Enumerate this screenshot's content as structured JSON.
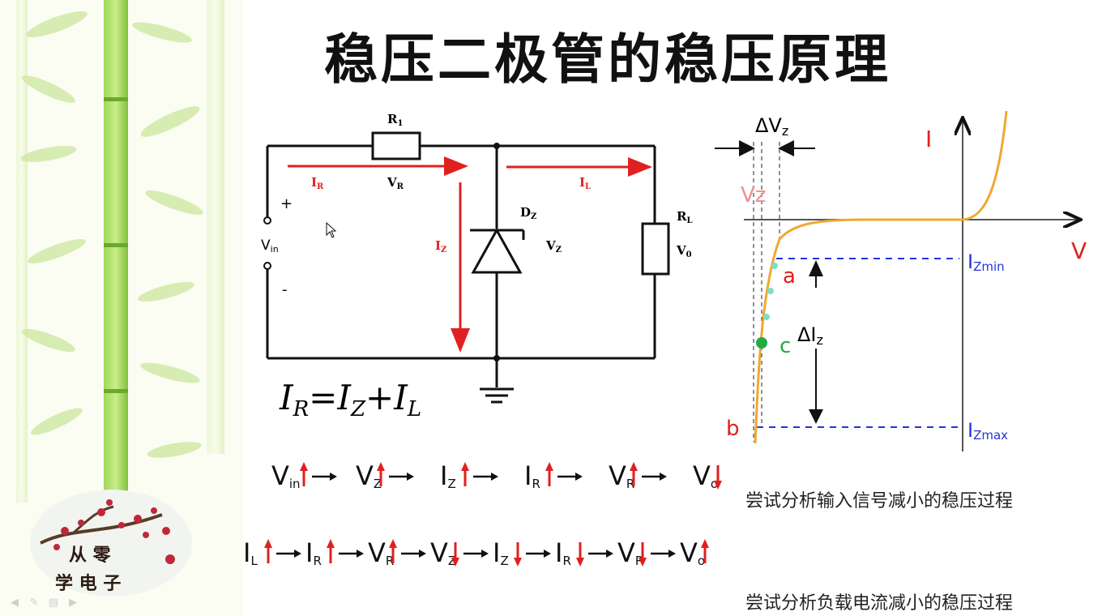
{
  "slide": {
    "title": "稳压二极管的稳压原理",
    "circuit": {
      "r1": "R",
      "r1_sub": "1",
      "dz": "D",
      "dz_sub": "Z",
      "rl": "R",
      "rl_sub": "L",
      "vin": "V",
      "vin_sub": "in",
      "plus": "+",
      "minus": "-",
      "ir": "I",
      "ir_sub": "R",
      "vr": "V",
      "vr_sub": "R",
      "iz": "I",
      "iz_sub": "Z",
      "vz": "V",
      "vz_sub": "Z",
      "il": "I",
      "il_sub": "L",
      "vo": "V",
      "vo_sub": "0",
      "equation": {
        "i": "I",
        "r": "R",
        "eq": "=",
        "z": "Z",
        "plus": "+",
        "l": "L"
      }
    },
    "curve": {
      "delta_vz": "ΔV",
      "delta_vz_sub": "z",
      "axis_i": "I",
      "axis_v": "V",
      "vz_label": "Vz",
      "izmin": "I",
      "izmin_sub": "Zmin",
      "izmax": "I",
      "izmax_sub": "Zmax",
      "delta_iz": "ΔI",
      "delta_iz_sub": "z",
      "pt_a": "a",
      "pt_b": "b",
      "pt_c": "c"
    },
    "sequence1": [
      {
        "v": "V",
        "s": "in",
        "dir": "up"
      },
      {
        "v": "V",
        "s": "Z",
        "dir": "up"
      },
      {
        "v": "I",
        "s": "Z",
        "dir": "up"
      },
      {
        "v": "I",
        "s": "R",
        "dir": "up"
      },
      {
        "v": "V",
        "s": "R",
        "dir": "up"
      },
      {
        "v": "V",
        "s": "o",
        "dir": "down"
      }
    ],
    "sequence2": [
      {
        "v": "I",
        "s": "L",
        "dir": "up"
      },
      {
        "v": "I",
        "s": "R",
        "dir": "up"
      },
      {
        "v": "V",
        "s": "R",
        "dir": "up"
      },
      {
        "v": "V",
        "s": "Z",
        "dir": "down"
      },
      {
        "v": "I",
        "s": "Z",
        "dir": "down"
      },
      {
        "v": "I",
        "s": "R",
        "dir": "down"
      },
      {
        "v": "V",
        "s": "R",
        "dir": "down"
      },
      {
        "v": "V",
        "s": "o",
        "dir": "up"
      }
    ],
    "note1": "尝试分析输入信号减小的稳压过程",
    "note2": "尝试分析负载电流减小的稳压过程",
    "logo": {
      "line1": "从 零",
      "line2": "学 电 子"
    },
    "colors": {
      "red": "#e02020",
      "blue": "#2233dd",
      "green": "#22aa44",
      "curve": "#f0a830",
      "bamboo": "#7cc93a"
    }
  }
}
